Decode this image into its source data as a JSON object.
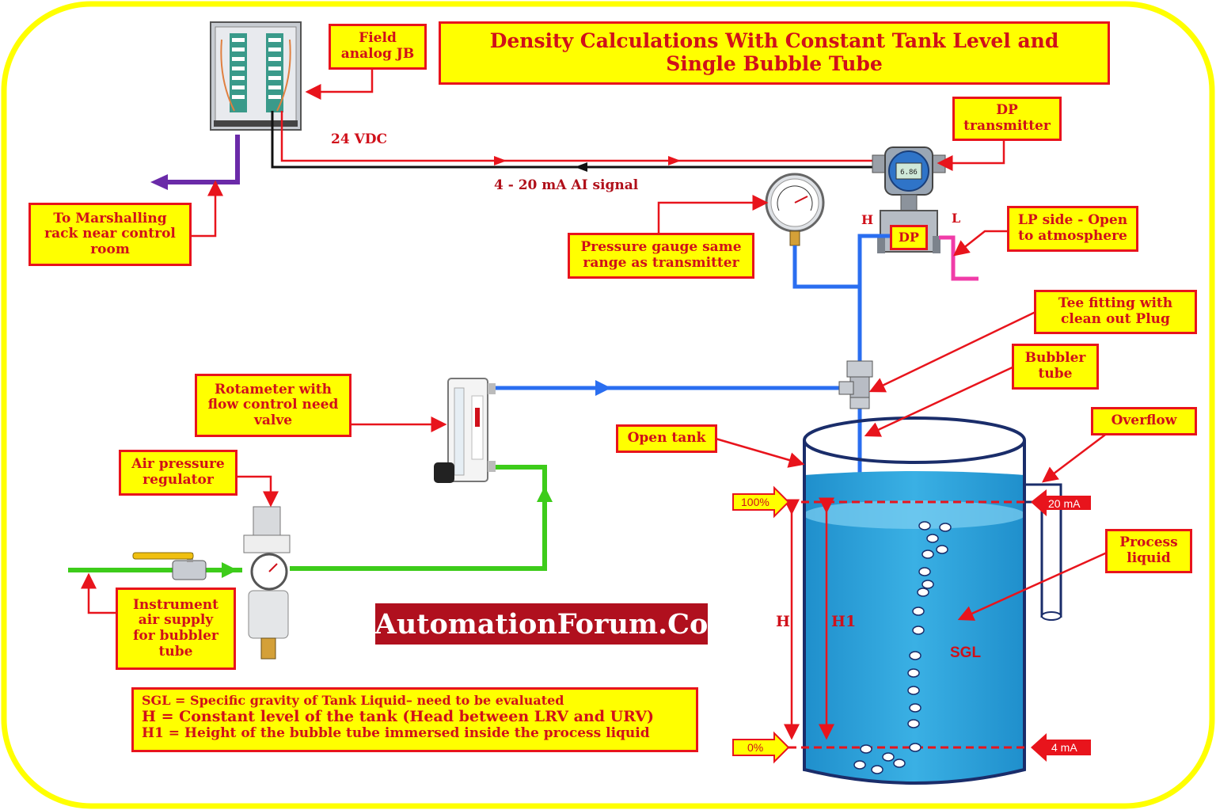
{
  "title": {
    "line1": "Density Calculations With Constant Tank Level and",
    "line2": "Single Bubble Tube"
  },
  "labels": {
    "field_jb": "Field\nanalog JB",
    "dp_transmitter": "DP\ntransmitter",
    "marshalling": "To Marshalling\nrack near control\nroom",
    "pressure_gauge": "Pressure gauge same\nrange as transmitter",
    "lp_side": "LP side - Open\nto atmosphere",
    "tee_fitting": "Tee fitting with\nclean out Plug",
    "bubbler_tube": "Bubbler\ntube",
    "rotameter": "Rotameter with\nflow control need\nvalve",
    "open_tank": "Open tank",
    "overflow": "Overflow",
    "air_regulator": "Air pressure\nregulator",
    "process_liquid": "Process\nliquid",
    "instrument_air": "Instrument\nair supply\nfor bubbler\ntube"
  },
  "signals": {
    "vdc": "24 VDC",
    "ai_signal": "4 - 20 mA AI signal"
  },
  "dp_block": {
    "h": "H",
    "l": "L",
    "dp": "DP",
    "display": "6.86"
  },
  "tank": {
    "percent_100": "100%",
    "percent_0": "0%",
    "ma_20": "20 mA",
    "ma_4": "4 mA",
    "h": "H",
    "h1": "H1",
    "sgl": "SGL"
  },
  "brand": "AutomationForum.Co",
  "legend": [
    "SGL = Specific gravity of Tank Liquid– need to be evaluated",
    "H = Constant level of the tank (Head between LRV and URV)",
    "H1 = Height of the bubble tube immersed inside the process liquid"
  ],
  "colors": {
    "frame": "#ffff00",
    "label_bg": "#ffff00",
    "label_border": "#e8141c",
    "label_text": "#d0101a",
    "air_line": "#3dcc1a",
    "bubble_line": "#2a6ef0",
    "lp_line": "#f03ca8",
    "marshalling_line": "#6a2aa8",
    "signal_line": "#111111",
    "power_line": "#e8141c",
    "liquid": "#2aa0d8",
    "brand_bg": "#b0101e"
  }
}
